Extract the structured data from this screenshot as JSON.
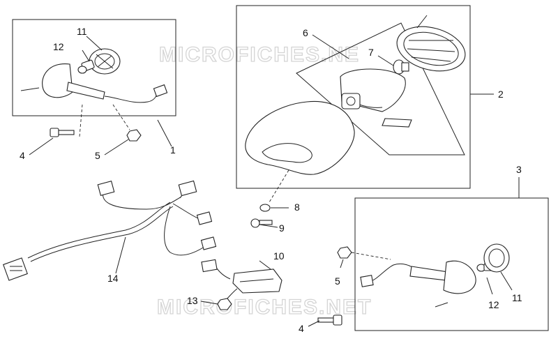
{
  "watermarks": [
    "MICROFICHES.NE",
    "MICROFICHES.NET"
  ],
  "callouts": {
    "c1": "1",
    "c2": "2",
    "c3": "3",
    "c4a": "4",
    "c4b": "4",
    "c5a": "5",
    "c5b": "5",
    "c6": "6",
    "c7": "7",
    "c8": "8",
    "c9": "9",
    "c10": "10",
    "c11a": "11",
    "c11b": "11",
    "c12a": "12",
    "c12b": "12",
    "c13": "13",
    "c14": "14"
  }
}
